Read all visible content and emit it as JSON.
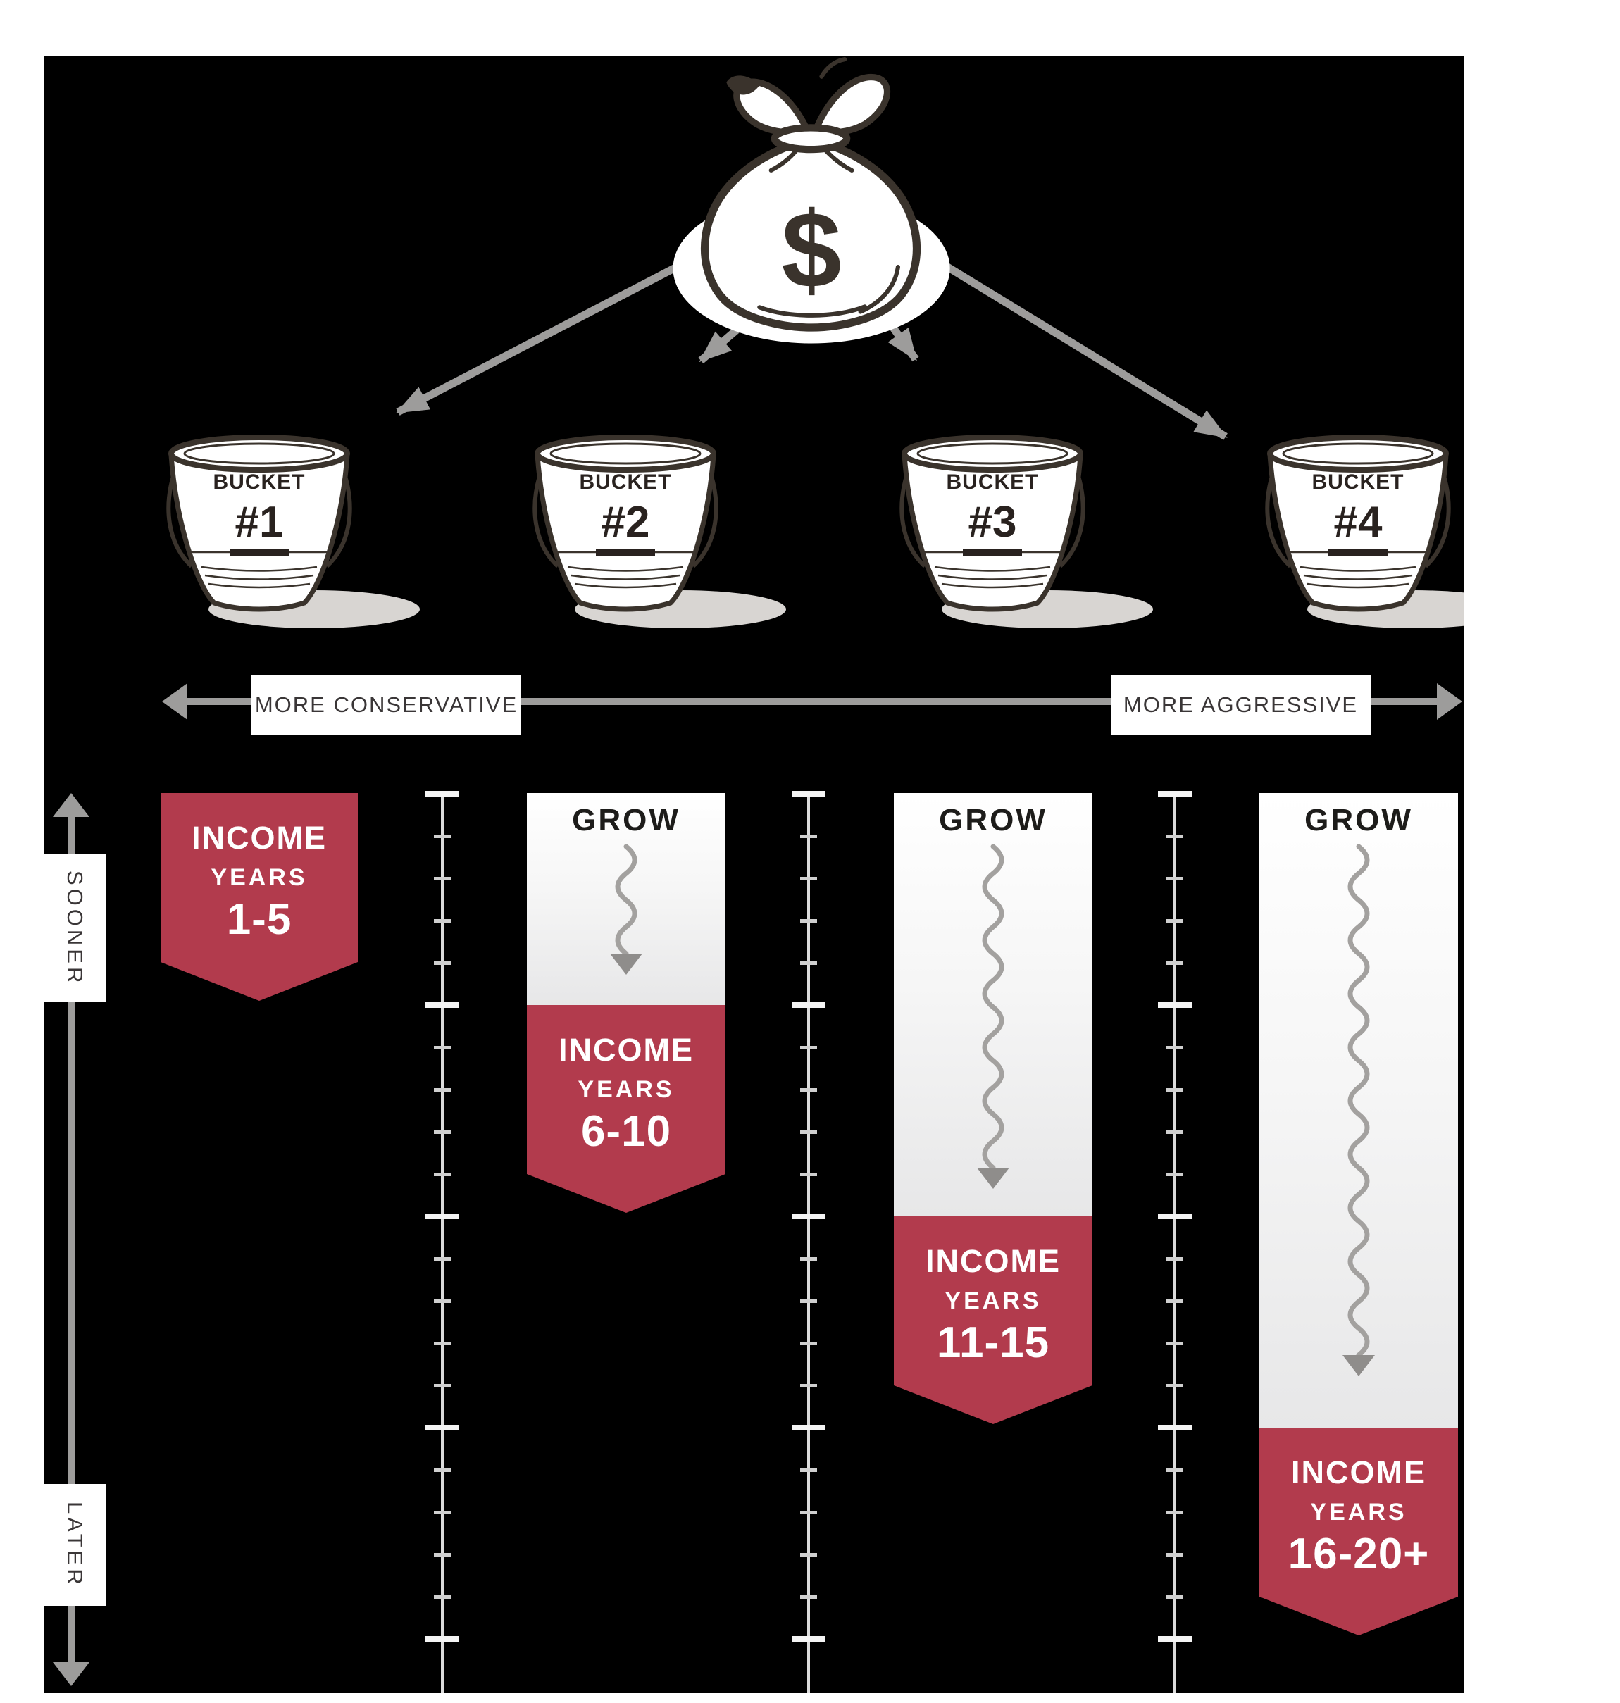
{
  "diagram": {
    "money_bag": {
      "symbol": "$"
    },
    "buckets": [
      {
        "line1": "BUCKET",
        "num": "#1"
      },
      {
        "line1": "BUCKET",
        "num": "#2"
      },
      {
        "line1": "BUCKET",
        "num": "#3"
      },
      {
        "line1": "BUCKET",
        "num": "#4"
      }
    ],
    "risk_axis": {
      "left": "MORE CONSERVATIVE",
      "right": "MORE AGGRESSIVE"
    },
    "time_axis": {
      "top": "SOONER",
      "bottom": "LATER"
    },
    "columns": [
      {
        "grow": "",
        "income": "INCOME",
        "years": "YEARS",
        "range": "1-5"
      },
      {
        "grow": "GROW",
        "income": "INCOME",
        "years": "YEARS",
        "range": "6-10"
      },
      {
        "grow": "GROW",
        "income": "INCOME",
        "years": "YEARS",
        "range": "11-15"
      },
      {
        "grow": "GROW",
        "income": "INCOME",
        "years": "YEARS",
        "range": "16-20+"
      }
    ],
    "colors": {
      "income_red": "#b23b4d",
      "arrow_gray": "#9d9c9b",
      "ink": "#3a332c",
      "panel": "#000000"
    }
  }
}
